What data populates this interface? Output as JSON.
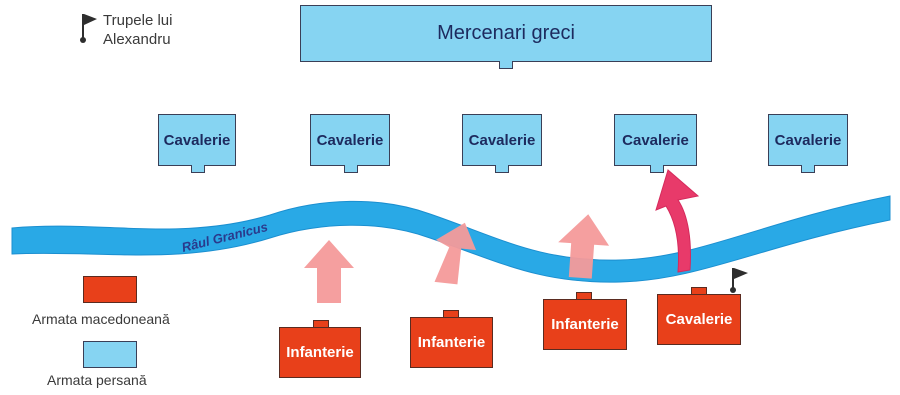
{
  "legend": {
    "flag_label_line1": "Trupele lui",
    "flag_label_line2": "Alexandru",
    "macedonian_label": "Armata macedoneană",
    "persian_label": "Armata persană"
  },
  "river": {
    "label": "Râul Granicus"
  },
  "persian_army": {
    "mercenaries": "Mercenari greci",
    "cavalry": [
      "Cavalerie",
      "Cavalerie",
      "Cavalerie",
      "Cavalerie",
      "Cavalerie"
    ]
  },
  "macedonian_army": {
    "units": [
      "Infanterie",
      "Infanterie",
      "Infanterie",
      "Cavalerie"
    ]
  },
  "colors": {
    "persian_fill": "#86d4f2",
    "macedonian_fill": "#e8401a",
    "river": "#29a9e6",
    "arrow_light": "#f49a9a",
    "arrow_strong": "#e83a6a"
  }
}
